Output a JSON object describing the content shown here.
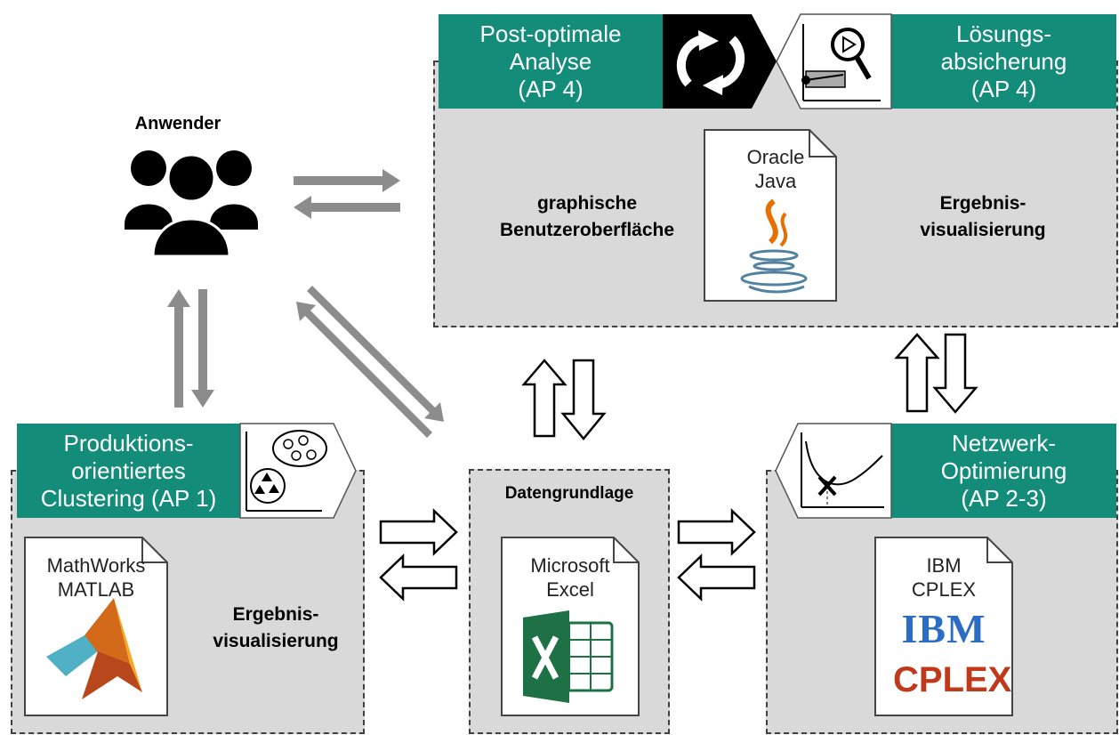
{
  "colors": {
    "accent": "#148c7a",
    "panel": "#d9d9d9",
    "arrow_gray": "#8c8c8c"
  },
  "user": {
    "label": "Anwender",
    "icon": "users-group-icon"
  },
  "top_panel": {
    "left_header": "Post-optimale\nAnalyse\n(AP 4)",
    "right_header": "Lösungs-\nabsicherung\n(AP 4)",
    "left_text": "graphische\nBenutzeroberfläche",
    "right_text": "Ergebnis-\nvisualisierung",
    "doc_label": "Oracle\nJava",
    "icons": [
      "refresh-cycle-icon",
      "magnifier-chart-icon",
      "java-logo-icon"
    ]
  },
  "clustering_panel": {
    "header": "Produktions-\norientiertes\nClustering (AP 1)",
    "doc_label": "MathWorks\nMATLAB",
    "text": "Ergebnis-\nvisualisierung",
    "icons": [
      "cluster-scatter-icon",
      "matlab-logo-icon"
    ]
  },
  "data_panel": {
    "title": "Datengrundlage",
    "doc_label": "Microsoft\nExcel",
    "icons": [
      "excel-logo-icon"
    ]
  },
  "network_panel": {
    "header": "Netzwerk-\nOptimierung\n(AP 2-3)",
    "doc_label": "IBM\nCPLEX",
    "logo_ibm": "IBM",
    "logo_cplex": "CPLEX",
    "icons": [
      "optimization-curve-icon"
    ]
  }
}
